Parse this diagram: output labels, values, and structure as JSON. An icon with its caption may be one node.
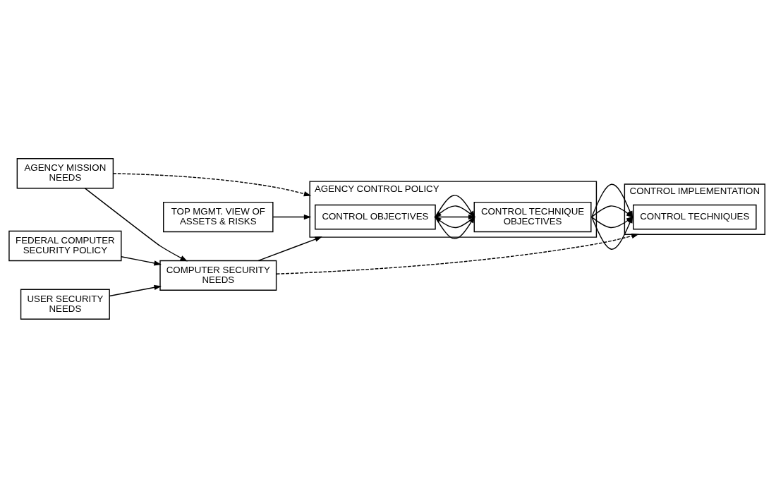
{
  "diagram": {
    "nodes": [
      {
        "text": [
          "AGENCY MISSION NEEDS"
        ]
      },
      {
        "text": [
          "FEDERAL COMPUTER SECURITY POLICY"
        ]
      },
      {
        "text": [
          "USER SECURITY NEEDS"
        ]
      },
      {
        "text": [
          "TOP MGMT. VIEW OF ASSETS & RISKS"
        ]
      },
      {
        "text": [
          "COMPUTER SECURITY NEEDS"
        ]
      },
      {
        "text": [
          "AGENCY CONTROL POLICY"
        ]
      },
      {
        "text": [
          "CONTROL OBJECTIVES"
        ],
        "in": 5
      },
      {
        "text": [
          "CONTROL TECHNIQUE OBJECTIVES"
        ],
        "in": 5
      },
      {
        "text": [
          "CONTROL IMPLEMENTATION"
        ]
      },
      {
        "text": [
          "CONTROL TECHNIQUES"
        ],
        "in": 8
      }
    ],
    "edges": [
      {
        "from": 0,
        "to": 4,
        "arrow": "to"
      },
      {
        "from": 1,
        "to": 4,
        "arrow": "to"
      },
      {
        "from": 2,
        "to": 4,
        "arrow": "to"
      },
      {
        "from": 0,
        "to": 5,
        "arrow": "to",
        "style": "dashed"
      },
      {
        "from": 3,
        "to": 5,
        "arrow": "to"
      },
      {
        "from": 4,
        "to": 5,
        "arrow": "to"
      },
      {
        "from": 4,
        "to": 8,
        "arrow": "to",
        "style": "dashed"
      },
      {
        "from": 6,
        "to": 7,
        "arrow": "to"
      },
      {
        "from": 6,
        "to": 7,
        "arrow": "to"
      },
      {
        "from": 6,
        "to": 7,
        "arrow": "to"
      },
      {
        "from": 7,
        "to": 6,
        "arrow": "to"
      },
      {
        "from": 7,
        "to": 6,
        "arrow": "to"
      },
      {
        "from": 7,
        "to": 9,
        "arrow": "to"
      },
      {
        "from": 7,
        "to": 9,
        "arrow": "to"
      },
      {
        "from": 7,
        "to": 9,
        "arrow": "to"
      },
      {
        "from": 7,
        "to": 9,
        "arrow": "to"
      }
    ]
  }
}
